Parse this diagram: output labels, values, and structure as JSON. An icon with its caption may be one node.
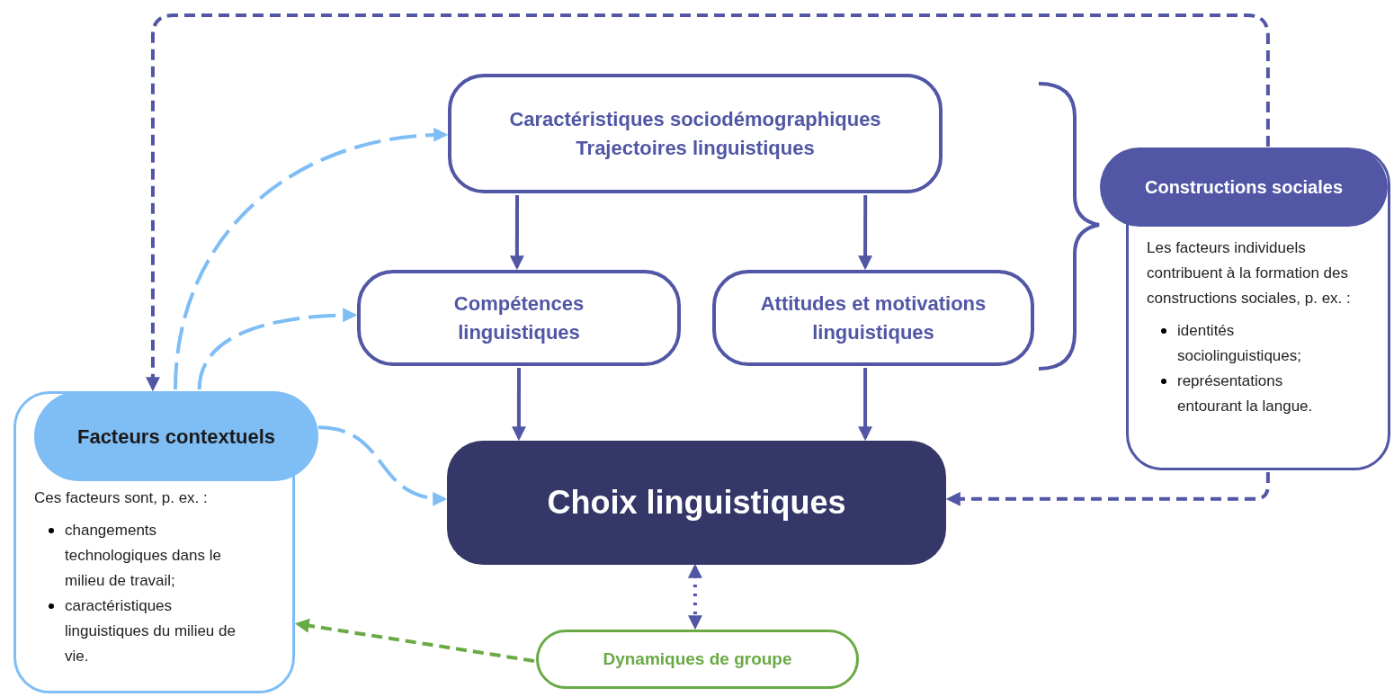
{
  "diagram": {
    "nodes": [
      {
        "text": [
          "Caractéristiques sociodémographiques",
          "Trajectoires linguistiques"
        ]
      },
      {
        "text": [
          "Compétences linguistiques"
        ]
      },
      {
        "text": [
          "Attitudes et motivations linguistiques"
        ]
      },
      {
        "text": [
          "Choix linguistiques"
        ]
      },
      {
        "text": [
          "Constructions sociales",
          "Les facteurs individuels contribuent à la formation des constructions sociales, p. ex. :",
          "identités sociolinguistiques;",
          "représentations entourant la langue."
        ]
      },
      {
        "text": [
          "Facteurs contextuels",
          "Ces facteurs sont, p. ex. :",
          "changements technologiques dans le milieu de travail;",
          "caractéristiques linguistiques du milieu de vie."
        ]
      },
      {
        "text": [
          "Dynamiques de groupe"
        ]
      }
    ],
    "edges": [
      {
        "from": 0,
        "to": 1,
        "arrow": "to"
      },
      {
        "from": 0,
        "to": 2,
        "arrow": "to"
      },
      {
        "from": 1,
        "to": 3,
        "arrow": "to"
      },
      {
        "from": 2,
        "to": 3,
        "arrow": "to"
      },
      {
        "from": 5,
        "to": 0,
        "arrow": "to",
        "style": "dashed",
        "color": "#7fbdf5"
      },
      {
        "from": 5,
        "to": 1,
        "arrow": "to",
        "style": "dashed",
        "color": "#7fbdf5"
      },
      {
        "from": 5,
        "to": 3,
        "arrow": "to",
        "style": "dashed",
        "color": "#7fbdf5"
      },
      {
        "from": 4,
        "to": 5,
        "arrow": "to",
        "style": "dashed"
      },
      {
        "from": 4,
        "to": 3,
        "arrow": "to",
        "style": "dashed"
      },
      {
        "from": 3,
        "to": 6,
        "arrow": "both",
        "style": "dashed"
      },
      {
        "from": 6,
        "to": 5,
        "arrow": "to",
        "style": "dashed",
        "color": "#6aaa45"
      }
    ]
  }
}
